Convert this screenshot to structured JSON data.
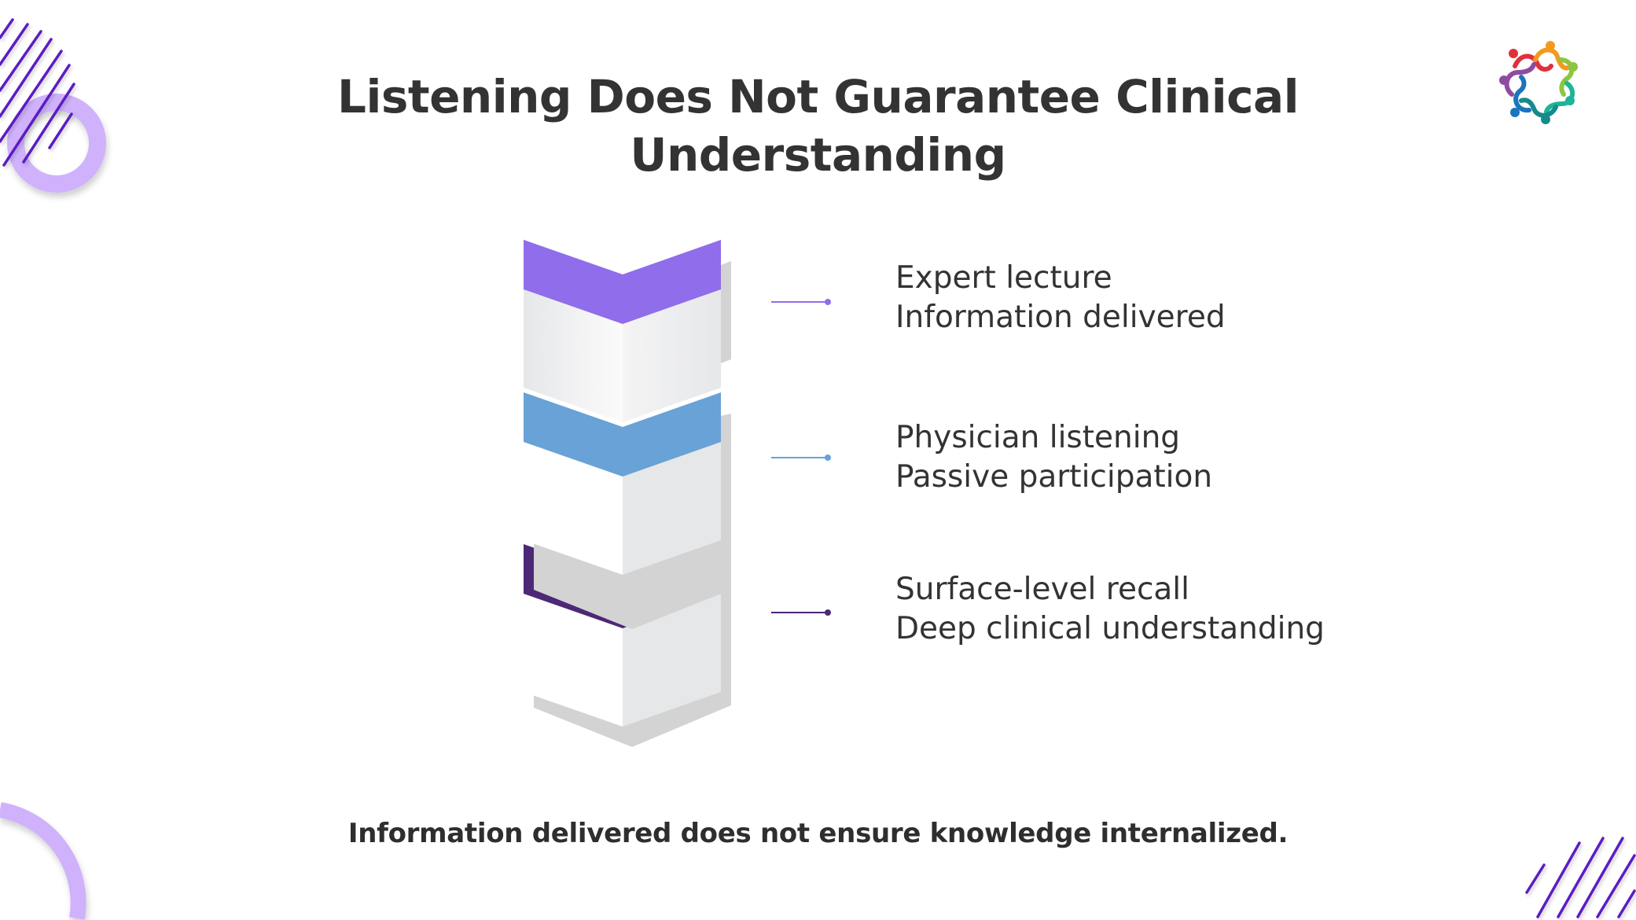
{
  "title": {
    "line1": "Listening Does Not Guarantee Clinical",
    "line2": "Understanding"
  },
  "steps": [
    {
      "line1": "Expert lecture",
      "line2": "Information delivered",
      "color": "#8f6deb"
    },
    {
      "line1": "Physician listening",
      "line2": "Passive participation",
      "color": "#68a2d6"
    },
    {
      "line1": "Surface-level recall",
      "line2": "Deep clinical understanding",
      "color": "#4c2876"
    }
  ],
  "footer": "Information delivered does not ensure knowledge internalized.",
  "colors": {
    "accent_light": "#cfb2fb",
    "stripe": "#5b1fc4",
    "text": "#333333"
  },
  "logo": {
    "icon": "people-circle-logo-icon"
  }
}
